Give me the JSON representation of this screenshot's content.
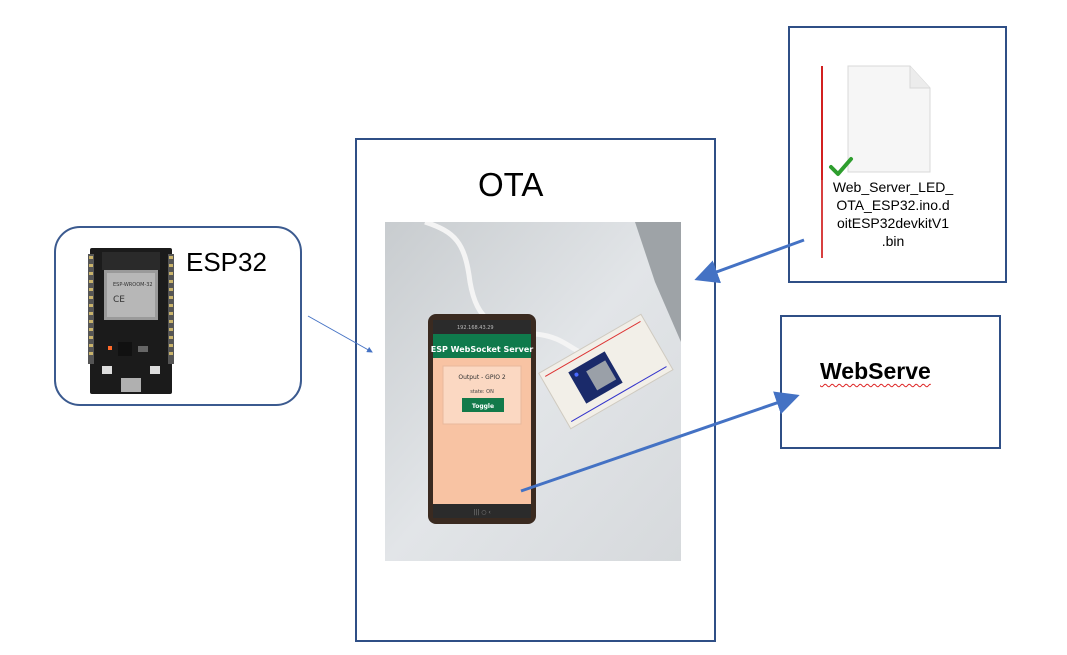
{
  "esp32": {
    "label": "ESP32",
    "board_text": "ESP-WROOM-32"
  },
  "ota": {
    "label": "OTA"
  },
  "file": {
    "name": "Web_Server_LED_\nOTA_ESP32.ino.d\noitESP32devkitV1\n.bin"
  },
  "webserver": {
    "label": "WebServe"
  },
  "phone": {
    "app_title": "ESP WebSocket Server",
    "output_label": "Output - GPIO 2",
    "state_text": "state: ON",
    "toggle_label": "Toggle",
    "url_text": "192.168.43.29"
  },
  "colors": {
    "box_border": "#2f4f86",
    "arrow": "#4472c4",
    "check": "#2e9e2e"
  }
}
